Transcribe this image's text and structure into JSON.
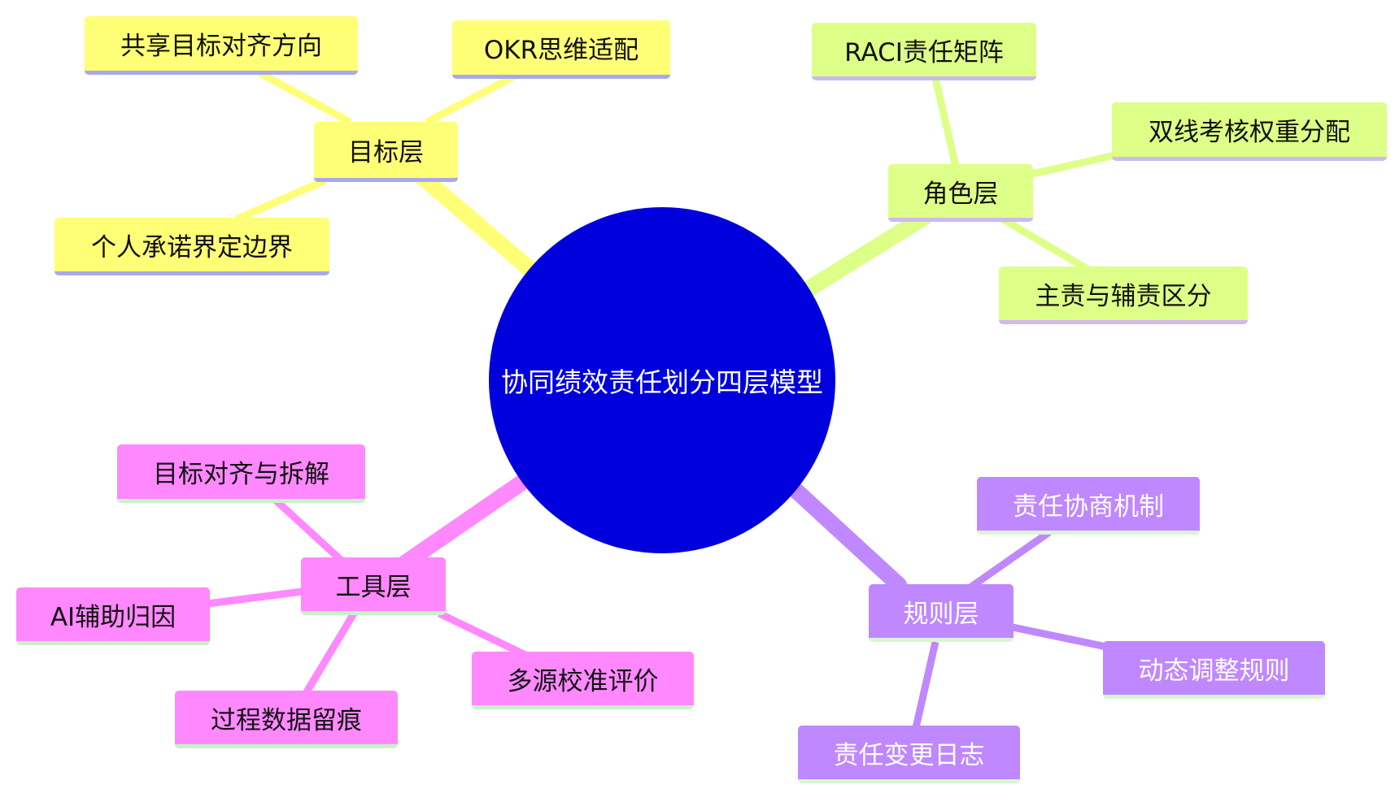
{
  "diagram": {
    "center": "协同绩效责任划分四层模型",
    "colors": {
      "center": "#0000dd",
      "target": "#ffff77",
      "role": "#ddff88",
      "tool": "#ff88ff",
      "rule": "#bf88ff"
    },
    "branches": {
      "target": {
        "label": "目标层",
        "children": [
          "共享目标对齐方向",
          "OKR思维适配",
          "个人承诺界定边界"
        ]
      },
      "role": {
        "label": "角色层",
        "children": [
          "RACI责任矩阵",
          "双线考核权重分配",
          "主责与辅责区分"
        ]
      },
      "tool": {
        "label": "工具层",
        "children": [
          "目标对齐与拆解",
          "AI辅助归因",
          "过程数据留痕",
          "多源校准评价"
        ]
      },
      "rule": {
        "label": "规则层",
        "children": [
          "责任协商机制",
          "动态调整规则",
          "责任变更日志"
        ]
      }
    }
  }
}
